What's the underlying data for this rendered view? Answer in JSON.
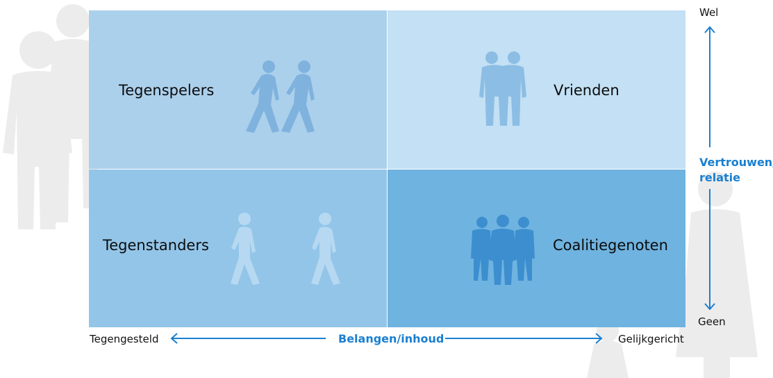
{
  "quadrants": {
    "top_left": {
      "label": "Tegenspelers",
      "color": "#abd0ec"
    },
    "top_right": {
      "label": "Vrienden",
      "color": "#c3e0f4"
    },
    "bottom_left": {
      "label": "Tegenstanders",
      "color": "#93c5e9"
    },
    "bottom_right": {
      "label": "Coalitiegenoten",
      "color": "#6fb3e0"
    }
  },
  "x_axis": {
    "title": "Belangen/inhoud",
    "left_label": "Tegengesteld",
    "right_label": "Gelijkgericht"
  },
  "y_axis": {
    "title_line1": "Vertrouwen/",
    "title_line2": "relatie",
    "top_label": "Wel",
    "bottom_label": "Geen"
  },
  "colors": {
    "accent": "#1a7fd0",
    "background_figures": "#ececec"
  },
  "icons": {
    "top_left": "two-walking-people-icon",
    "top_right": "two-people-arm-in-arm-icon",
    "bottom_left": "two-walking-apart-people-icon",
    "bottom_right": "group-of-three-people-icon"
  }
}
